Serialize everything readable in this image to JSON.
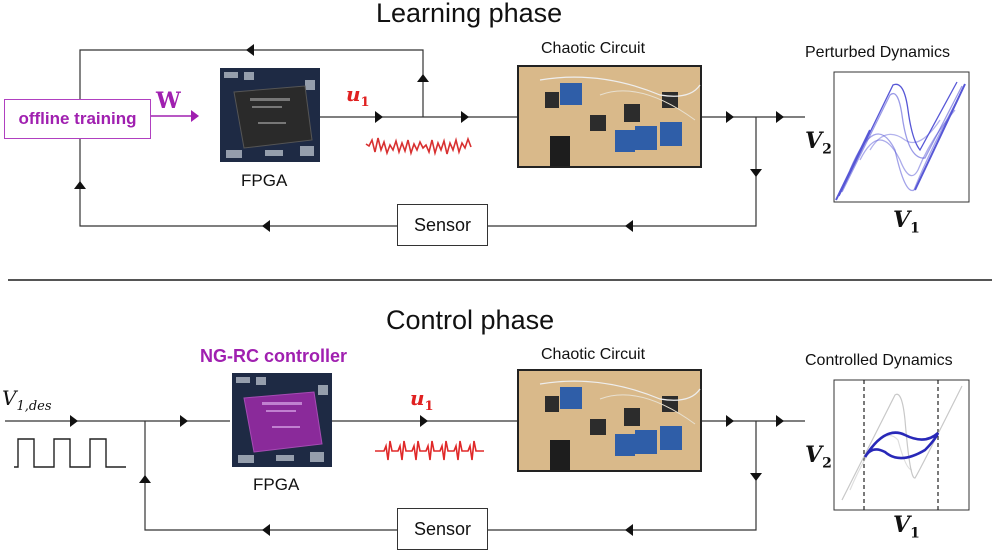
{
  "learning": {
    "title": "Learning phase",
    "offline_training": "offline training",
    "w_label": "W",
    "u_label": "u",
    "u_sub": "1",
    "fpga_label": "FPGA",
    "circuit_label": "Chaotic Circuit",
    "sensor_label": "Sensor",
    "plot_title": "Perturbed Dynamics",
    "x_axis": "V",
    "x_sub": "1",
    "y_axis": "V",
    "y_sub": "2",
    "fpga_chip_color": "#2a2a2a"
  },
  "control": {
    "title": "Control phase",
    "controller_label": "NG-RC controller",
    "vdes_label": "V",
    "vdes_sub": "1,des",
    "u_label": "u",
    "u_sub": "1",
    "fpga_label": "FPGA",
    "circuit_label": "Chaotic Circuit",
    "sensor_label": "Sensor",
    "plot_title": "Controlled Dynamics",
    "x_axis": "V",
    "x_sub": "1",
    "y_axis": "V",
    "y_sub": "2",
    "fpga_chip_color": "#8a2a9a"
  },
  "colors": {
    "accent_purple": "#a020b0",
    "signal_red": "#e02020",
    "trajectory_blue": "#2a2ac0",
    "circuit_board": "#d9b98a",
    "fpga_board": "#1e2a44"
  }
}
